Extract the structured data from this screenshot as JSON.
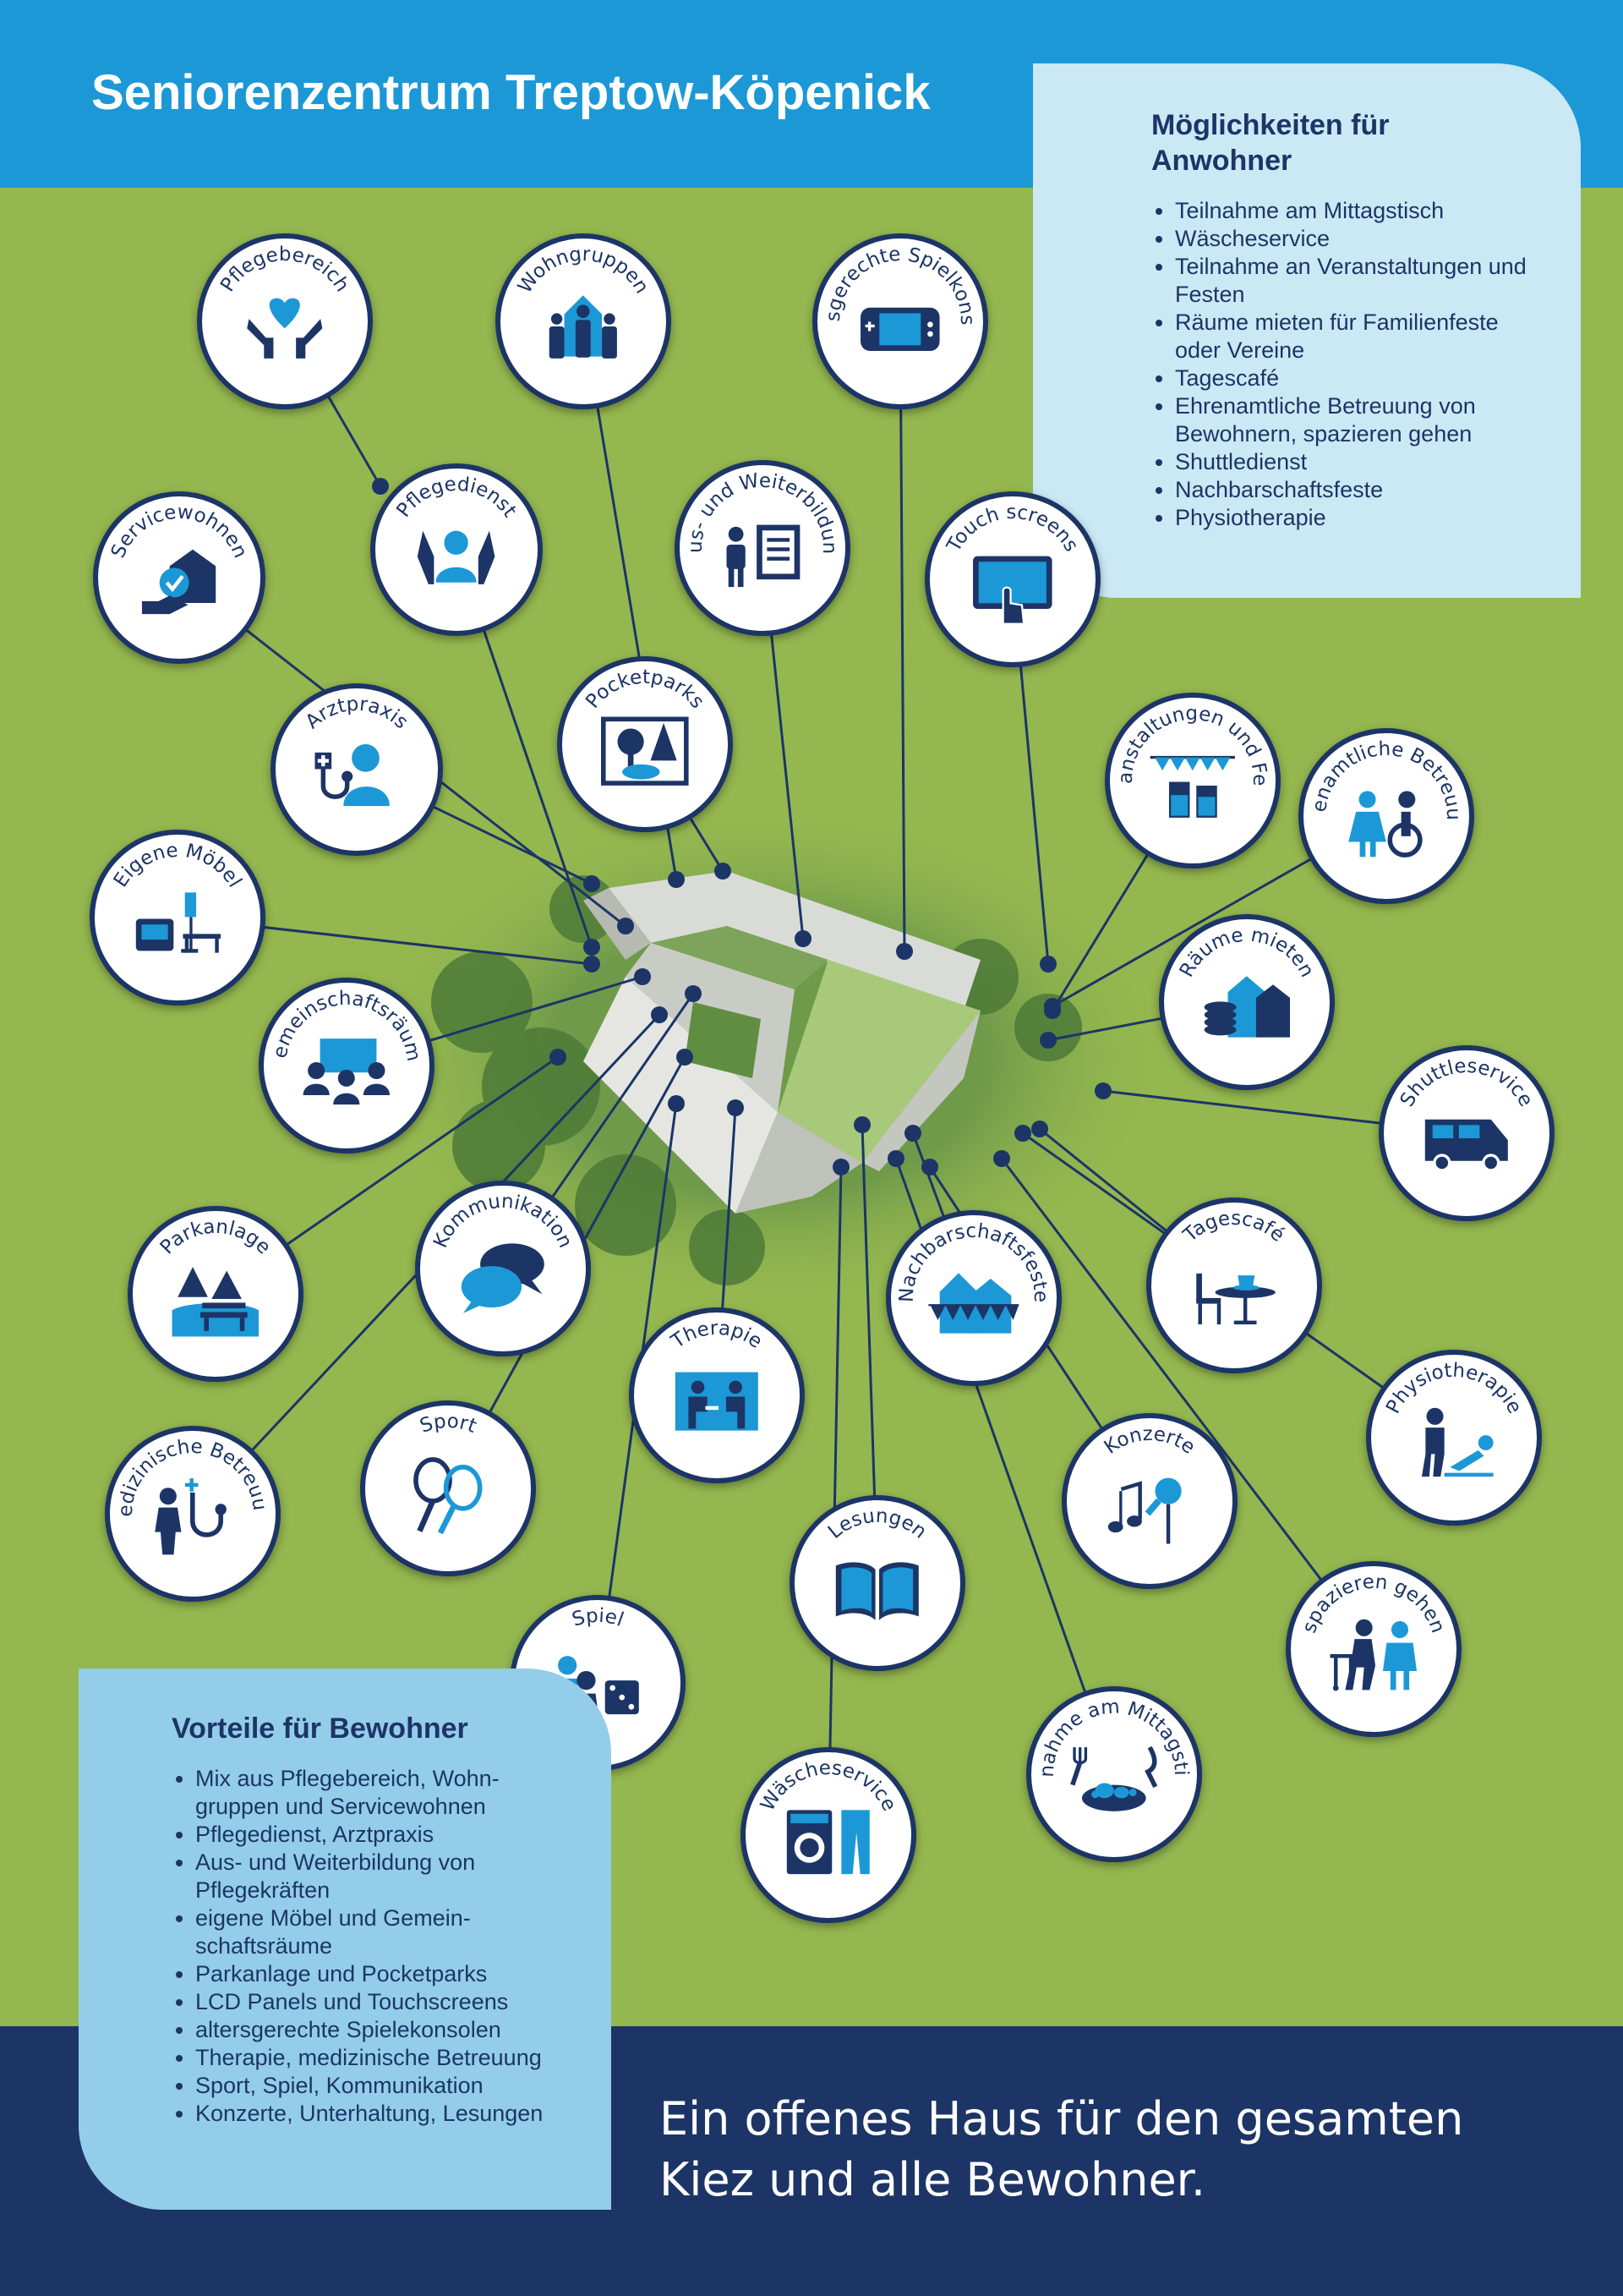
{
  "header": {
    "title": "Seniorenzentrum Treptow-Köpenick"
  },
  "residents_panel": {
    "title": [
      "Möglichkeiten für",
      "Anwohner"
    ],
    "items": [
      "Teilnahme am Mittagstisch",
      "Wäscheservice",
      "Teilnahme an Veranstaltungen und Festen",
      "Räume mieten für Familienfeste oder Vereine",
      "Tagescafé",
      "Ehrenamtliche Betreuung von Bewohnern, spazieren gehen",
      "Shuttledienst",
      "Nachbarschaftsfeste",
      "Physiotherapie"
    ]
  },
  "benefits_panel": {
    "title": "Vorteile für Bewohner",
    "items": [
      "Mix aus Pflegebereich, Wohn-gruppen und Servicewohnen",
      "Pflegedienst, Arztpraxis",
      "Aus- und Weiterbildung von Pflegekräften",
      "eigene Möbel und Gemein-schaftsräume",
      "Parkanlage und Pocketparks",
      "LCD Panels und Touchscreens",
      "altersgerechte Spielekonsolen",
      "Therapie, medizinische Betreuung",
      "Sport, Spiel, Kommunikation",
      "Konzerte, Unterhaltung, Lesungen"
    ]
  },
  "footer": {
    "line1": "Ein offenes Haus für den gesamten",
    "line2": "Kiez und alle Bewohner."
  },
  "colors": {
    "navy": "#1c3566",
    "blue": "#1c98d6",
    "light_blue": "#cbe8f5",
    "green": "#94b74f"
  },
  "badges": [
    {
      "id": "pflegebereich",
      "label": "Pflegebereich",
      "icon": "heart-hands-icon"
    },
    {
      "id": "wohngruppen",
      "label": "Wohngruppen",
      "icon": "people-house-icon"
    },
    {
      "id": "spielkonsolen",
      "label": "altersgerechte Spielkonsolen",
      "icon": "game-console-icon"
    },
    {
      "id": "servicewohnen",
      "label": "Servicewohnen",
      "icon": "house-check-icon"
    },
    {
      "id": "pflegedienst",
      "label": "Pflegedienst",
      "icon": "care-person-icon"
    },
    {
      "id": "weiterbildung",
      "label": "Aus- und Weiterbildung",
      "icon": "trainer-board-icon"
    },
    {
      "id": "touchscreens",
      "label": "Touch screens",
      "icon": "touchscreen-icon"
    },
    {
      "id": "arztpraxis",
      "label": "Arztpraxis",
      "icon": "doctor-icon"
    },
    {
      "id": "pocketparks",
      "label": "Pocketparks",
      "icon": "trees-icon"
    },
    {
      "id": "veranstaltungen",
      "label": "Veranstaltungen und Feste",
      "icon": "party-glasses-icon"
    },
    {
      "id": "ehrenamtliche",
      "label": "Ehrenamtliche Betreuung",
      "icon": "wheelchair-helper-icon"
    },
    {
      "id": "moebel",
      "label": "Eigene Möbel",
      "icon": "furniture-icon"
    },
    {
      "id": "raeume",
      "label": "Räume mieten",
      "icon": "coins-houses-icon"
    },
    {
      "id": "gemeinschaftsraeume",
      "label": "Gemeinschaftsräume",
      "icon": "meeting-icon"
    },
    {
      "id": "shuttleservice",
      "label": "Shuttleservice",
      "icon": "van-icon"
    },
    {
      "id": "parkanlage",
      "label": "Parkanlage",
      "icon": "park-bench-icon"
    },
    {
      "id": "kommunikation",
      "label": "Kommunikation",
      "icon": "speech-bubbles-icon"
    },
    {
      "id": "nachbarschaftsfeste",
      "label": "Nachbarschaftsfeste",
      "icon": "houses-bunting-icon"
    },
    {
      "id": "tagescafe",
      "label": "Tagescafé",
      "icon": "cafe-table-icon"
    },
    {
      "id": "therapie",
      "label": "Therapie",
      "icon": "therapy-icon"
    },
    {
      "id": "physiotherapie",
      "label": "Physiotherapie",
      "icon": "physio-icon"
    },
    {
      "id": "med_betreuung",
      "label": "medizinische Betreuung",
      "icon": "stethoscope-person-icon"
    },
    {
      "id": "sport",
      "label": "Sport",
      "icon": "rackets-icon"
    },
    {
      "id": "konzerte",
      "label": "Konzerte",
      "icon": "note-microphone-icon"
    },
    {
      "id": "lesungen",
      "label": "Lesungen",
      "icon": "open-book-icon"
    },
    {
      "id": "spiel",
      "label": "Spiel",
      "icon": "game-pieces-icon"
    },
    {
      "id": "spazieren",
      "label": "spazieren gehen",
      "icon": "walker-icon"
    },
    {
      "id": "mittagstisch",
      "label": "Teilnahme am Mittagstisch",
      "icon": "plate-cutlery-icon"
    },
    {
      "id": "waescheservice",
      "label": "Wäscheservice",
      "icon": "washing-machine-icon"
    }
  ]
}
